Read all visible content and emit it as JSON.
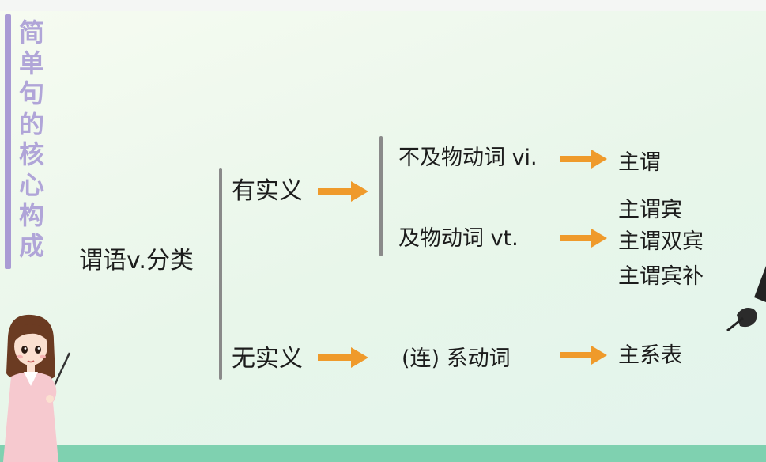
{
  "vertical_title": "简单句的核心构成",
  "diagram": {
    "root": "谓语v.分类",
    "branches": {
      "meaningful": "有实义",
      "meaningless": "无实义"
    },
    "verb_types": {
      "intransitive": "不及物动词 vi.",
      "transitive": "及物动词 vt.",
      "linking": "(连) 系动词"
    },
    "patterns": {
      "sv": "主谓",
      "svo": "主谓宾",
      "svoo": "主谓双宾",
      "svoc": "主谓宾补",
      "svp": "主系表"
    }
  },
  "colors": {
    "arrow": "#ef9a2b",
    "bracket": "#8a8a8a",
    "title": "#b0a5d8",
    "side_bar": "#a99bd4",
    "footer": "#7fd1b0"
  }
}
